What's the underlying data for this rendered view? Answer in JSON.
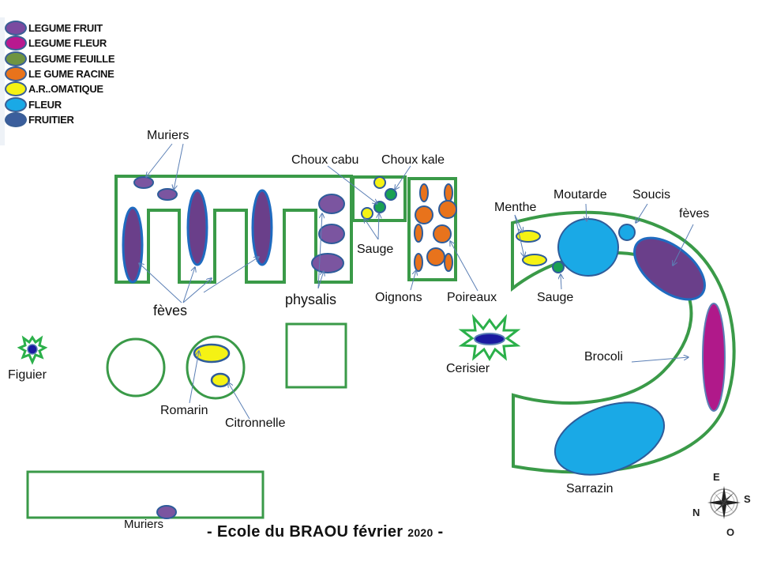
{
  "title": "- Ecole du BRAOU février",
  "title_year": "2020",
  "title_end": "-",
  "colors": {
    "border_green": "#3a9a48",
    "legume_fruit": "#6b4a8f",
    "legume_fleur": "#b0198a",
    "legume_feuille": "#6a8f3e",
    "legume_racine": "#e8731c",
    "aromatique": "#f5f214",
    "fleur": "#1aa9e6",
    "fruitier": "#3b5e9c",
    "outline_blue": "#2e5c9a"
  },
  "legend": [
    {
      "label": "LEGUME FRUIT",
      "color": "#7b4aa0"
    },
    {
      "label": "LEGUME FLEUR",
      "color": "#b8198f"
    },
    {
      "label": "LEGUME FEUILLE",
      "color": "#6f9441"
    },
    {
      "label": "LE GUME RACINE",
      "color": "#e8731c"
    },
    {
      "label": "A.R..OMATIQUE",
      "color": "#f5f214"
    },
    {
      "label": "FLEUR",
      "color": "#1aa9e6"
    },
    {
      "label": "FRUITIER",
      "color": "#3b5e9c"
    }
  ],
  "labels": {
    "muriers_top": "Muriers",
    "choux_cabu": "Choux cabu",
    "choux_kale": "Choux kale",
    "sauge_mid": "Sauge",
    "feves_left": "fèves",
    "physalis": "physalis",
    "oignons": "Oignons",
    "poireaux": "Poireaux",
    "menthe": "Menthe",
    "moutarde": "Moutarde",
    "soucis": "Soucis",
    "feves_right": "fèves",
    "sauge_right": "Sauge",
    "brocoli": "Brocoli",
    "cerisier": "Cerisier",
    "sarrazin": "Sarrazin",
    "figuier": "Figuier",
    "romarin": "Romarin",
    "citronnelle": "Citronnelle",
    "muriers_bottom": "Muriers"
  },
  "compass": {
    "top": "E",
    "right": "S",
    "bottom": "O",
    "left": "N"
  }
}
